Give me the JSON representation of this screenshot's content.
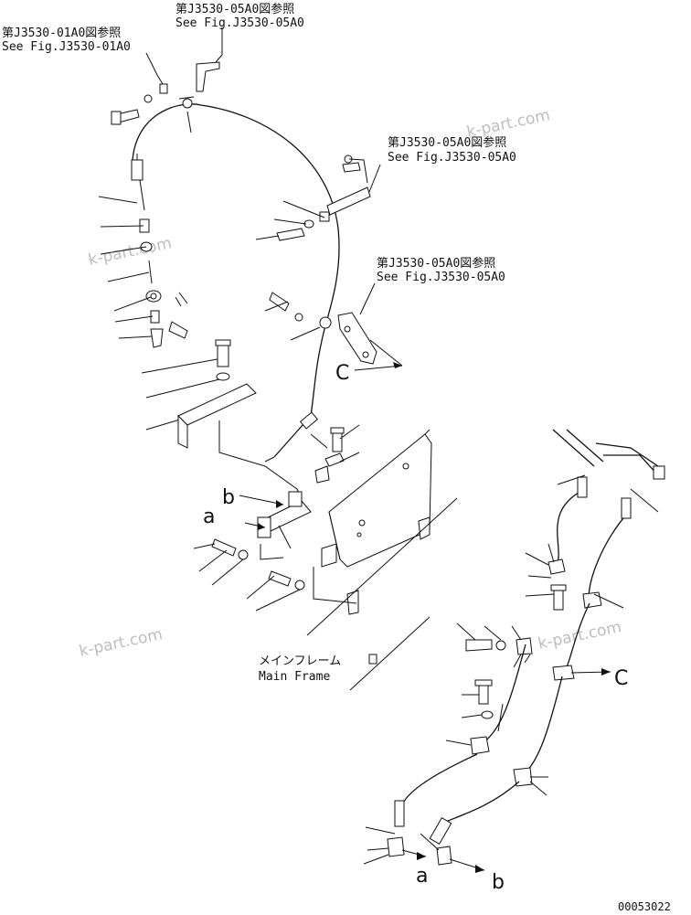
{
  "references": [
    {
      "jp": "第J3530-05A0図参照",
      "en": "See Fig.J3530-05A0"
    },
    {
      "jp": "第J3530-01A0図参照",
      "en": "See Fig.J3530-01A0"
    },
    {
      "jp": "第J3530-05A0図参照",
      "en": "See Fig.J3530-05A0"
    },
    {
      "jp": "第J3530-05A0図参照",
      "en": "See Fig.J3530-05A0"
    }
  ],
  "main_frame": {
    "jp": "メインフレーム",
    "en": "Main Frame"
  },
  "view_labels": {
    "a_left": "a",
    "b_left": "b",
    "c_upper": "C",
    "c_right": "C",
    "a_bottom": "a",
    "b_bottom": "b"
  },
  "watermark": "k-part.com",
  "drawing_number": "00053022"
}
